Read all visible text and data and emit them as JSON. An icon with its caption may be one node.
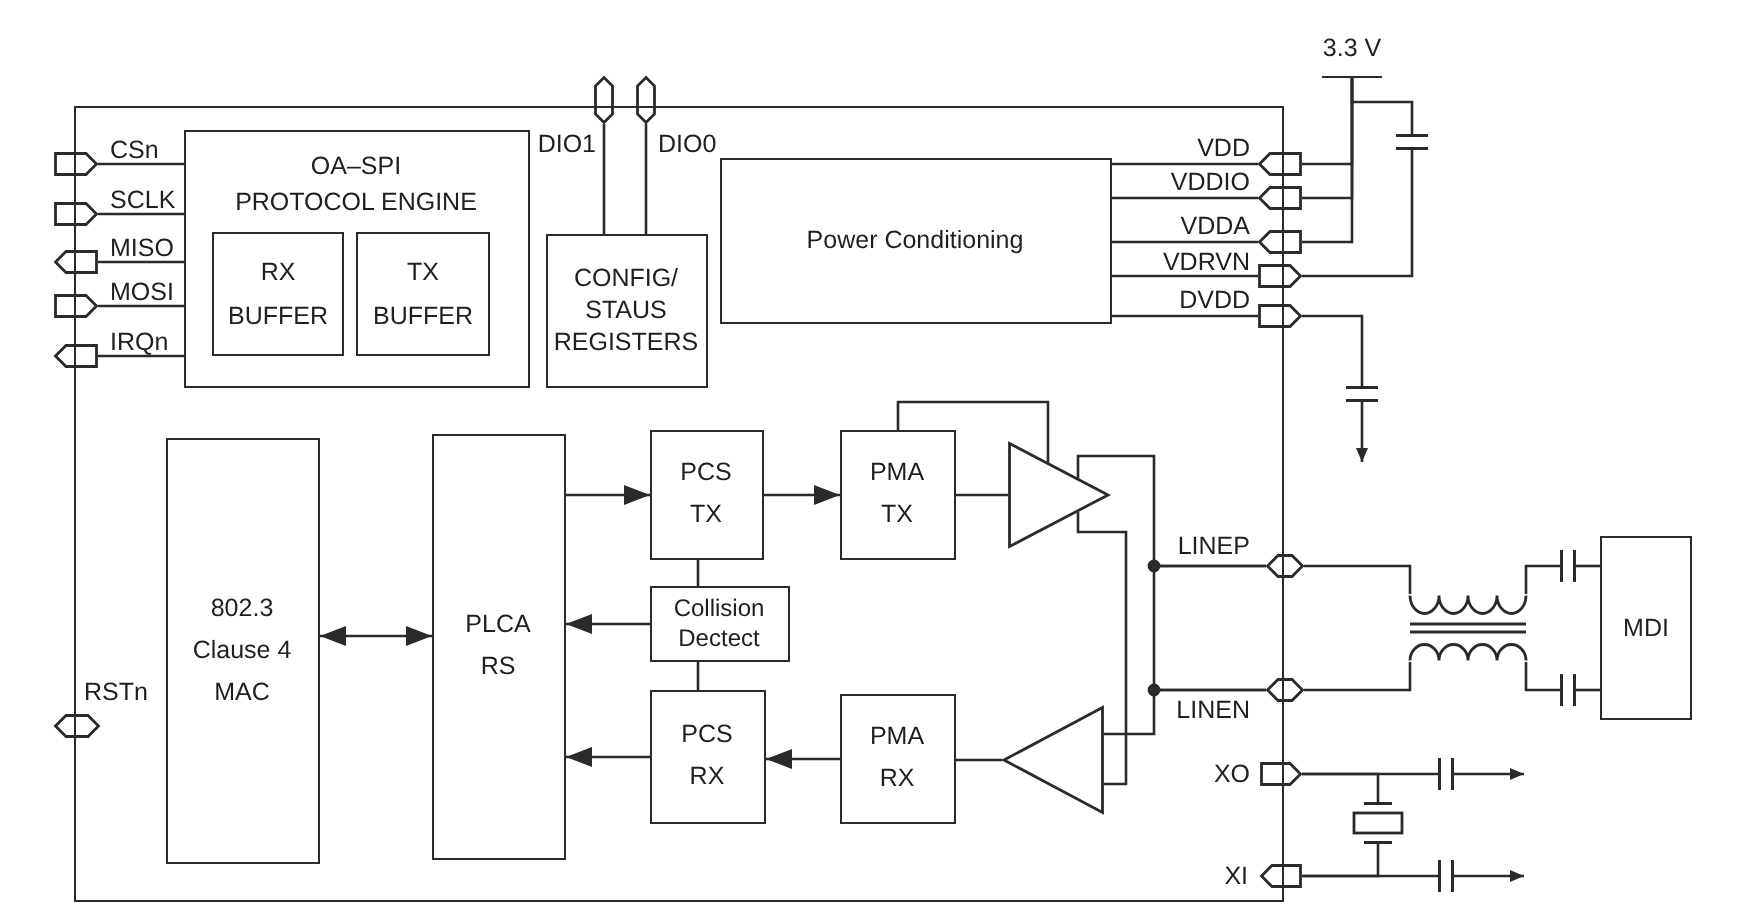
{
  "diagram": {
    "nodes": [
      {
        "text": [],
        "shape": "box"
      },
      {
        "text": [
          "OA–SPI PROTOCOL ENGINE"
        ],
        "in": 0
      },
      {
        "text": [
          "RX BUFFER"
        ],
        "in": 1
      },
      {
        "text": [
          "TX BUFFER"
        ],
        "in": 1
      },
      {
        "text": [
          "CONFIG/ STAUS REGISTERS"
        ],
        "in": 0
      },
      {
        "text": [
          "Power Conditioning"
        ],
        "in": 0
      },
      {
        "text": [
          "802.3 Clause 4 MAC"
        ],
        "in": 0
      },
      {
        "text": [
          "PLCA RS"
        ],
        "in": 0
      },
      {
        "text": [
          "PCS TX"
        ],
        "in": 0
      },
      {
        "text": [
          "Collision Dectect"
        ],
        "in": 0
      },
      {
        "text": [
          "PCS RX"
        ],
        "in": 0
      },
      {
        "text": [
          "PMA TX"
        ],
        "in": 0
      },
      {
        "text": [
          "PMA RX"
        ],
        "in": 0
      },
      {
        "text": [],
        "shape": "triangle",
        "in": 0
      },
      {
        "text": [],
        "shape": "triangle",
        "in": 0
      },
      {
        "text": [
          "CSn"
        ]
      },
      {
        "text": [
          "SCLK"
        ]
      },
      {
        "text": [
          "MISO"
        ]
      },
      {
        "text": [
          "MOSI"
        ]
      },
      {
        "text": [
          "IRQn"
        ]
      },
      {
        "text": [
          "RSTn"
        ]
      },
      {
        "text": [
          "DIO1"
        ]
      },
      {
        "text": [
          "DIO0"
        ]
      },
      {
        "text": [
          "VDD"
        ]
      },
      {
        "text": [
          "VDDIO"
        ]
      },
      {
        "text": [
          "VDDA"
        ]
      },
      {
        "text": [
          "VDRVN"
        ]
      },
      {
        "text": [
          "DVDD"
        ]
      },
      {
        "text": [
          "LINEP"
        ]
      },
      {
        "text": [
          "LINEN"
        ]
      },
      {
        "text": [
          "XO"
        ]
      },
      {
        "text": [
          "XI"
        ]
      },
      {
        "text": [
          "3.3 V"
        ]
      },
      {
        "text": [
          "MDI"
        ]
      },
      {
        "text": [],
        "shape": "capacitor"
      },
      {
        "text": [],
        "shape": "capacitor"
      },
      {
        "text": [],
        "shape": "transformer"
      },
      {
        "text": [],
        "shape": "capacitor"
      },
      {
        "text": [],
        "shape": "capacitor"
      },
      {
        "text": [],
        "shape": "crystal"
      },
      {
        "text": [],
        "shape": "capacitor"
      },
      {
        "text": [],
        "shape": "capacitor"
      }
    ],
    "edges": [
      {
        "from": 15,
        "to": 1,
        "arrow": "none"
      },
      {
        "from": 16,
        "to": 1,
        "arrow": "none"
      },
      {
        "from": 17,
        "to": 1,
        "arrow": "none"
      },
      {
        "from": 18,
        "to": 1,
        "arrow": "none"
      },
      {
        "from": 19,
        "to": 1,
        "arrow": "none"
      },
      {
        "from": 21,
        "to": 4,
        "arrow": "none"
      },
      {
        "from": 22,
        "to": 4,
        "arrow": "none"
      },
      {
        "from": 5,
        "to": 23,
        "arrow": "none"
      },
      {
        "from": 5,
        "to": 24,
        "arrow": "none"
      },
      {
        "from": 5,
        "to": 25,
        "arrow": "none"
      },
      {
        "from": 5,
        "to": 26,
        "arrow": "none"
      },
      {
        "from": 5,
        "to": 27,
        "arrow": "none"
      },
      {
        "from": 6,
        "to": 7,
        "arrow": "both"
      },
      {
        "from": 7,
        "to": 8,
        "arrow": "to"
      },
      {
        "from": 9,
        "to": 7,
        "arrow": "to"
      },
      {
        "from": 10,
        "to": 7,
        "arrow": "to"
      },
      {
        "from": 8,
        "to": 9,
        "arrow": "none"
      },
      {
        "from": 9,
        "to": 10,
        "arrow": "none"
      },
      {
        "from": 8,
        "to": 11,
        "arrow": "to"
      },
      {
        "from": 12,
        "to": 10,
        "arrow": "to"
      },
      {
        "from": 11,
        "to": 13,
        "arrow": "none"
      },
      {
        "from": 11,
        "to": 13,
        "arrow": "none"
      },
      {
        "from": 13,
        "to": 28,
        "arrow": "none"
      },
      {
        "from": 28,
        "to": 29,
        "arrow": "none"
      },
      {
        "from": 29,
        "to": 14,
        "arrow": "none"
      },
      {
        "from": 13,
        "to": 14,
        "arrow": "none"
      },
      {
        "from": 14,
        "to": 12,
        "arrow": "none"
      },
      {
        "from": 32,
        "to": 23,
        "arrow": "none"
      },
      {
        "from": 32,
        "to": 24,
        "arrow": "none"
      },
      {
        "from": 32,
        "to": 25,
        "arrow": "none"
      },
      {
        "from": 32,
        "to": 34,
        "arrow": "none"
      },
      {
        "from": 34,
        "to": 26,
        "arrow": "none"
      },
      {
        "from": 27,
        "to": 35,
        "arrow": "none"
      },
      {
        "from": 35,
        "to": null,
        "arrow": "to"
      },
      {
        "from": 28,
        "to": 36,
        "arrow": "none"
      },
      {
        "from": 29,
        "to": 36,
        "arrow": "none"
      },
      {
        "from": 36,
        "to": 37,
        "arrow": "none"
      },
      {
        "from": 37,
        "to": 33,
        "arrow": "none"
      },
      {
        "from": 36,
        "to": 38,
        "arrow": "none"
      },
      {
        "from": 38,
        "to": 33,
        "arrow": "none"
      },
      {
        "from": 30,
        "to": 40,
        "arrow": "none"
      },
      {
        "from": 40,
        "to": null,
        "arrow": "to"
      },
      {
        "from": 30,
        "to": 39,
        "arrow": "none"
      },
      {
        "from": 39,
        "to": 31,
        "arrow": "none"
      },
      {
        "from": 31,
        "to": 41,
        "arrow": "none"
      },
      {
        "from": 41,
        "to": null,
        "arrow": "to"
      }
    ]
  }
}
